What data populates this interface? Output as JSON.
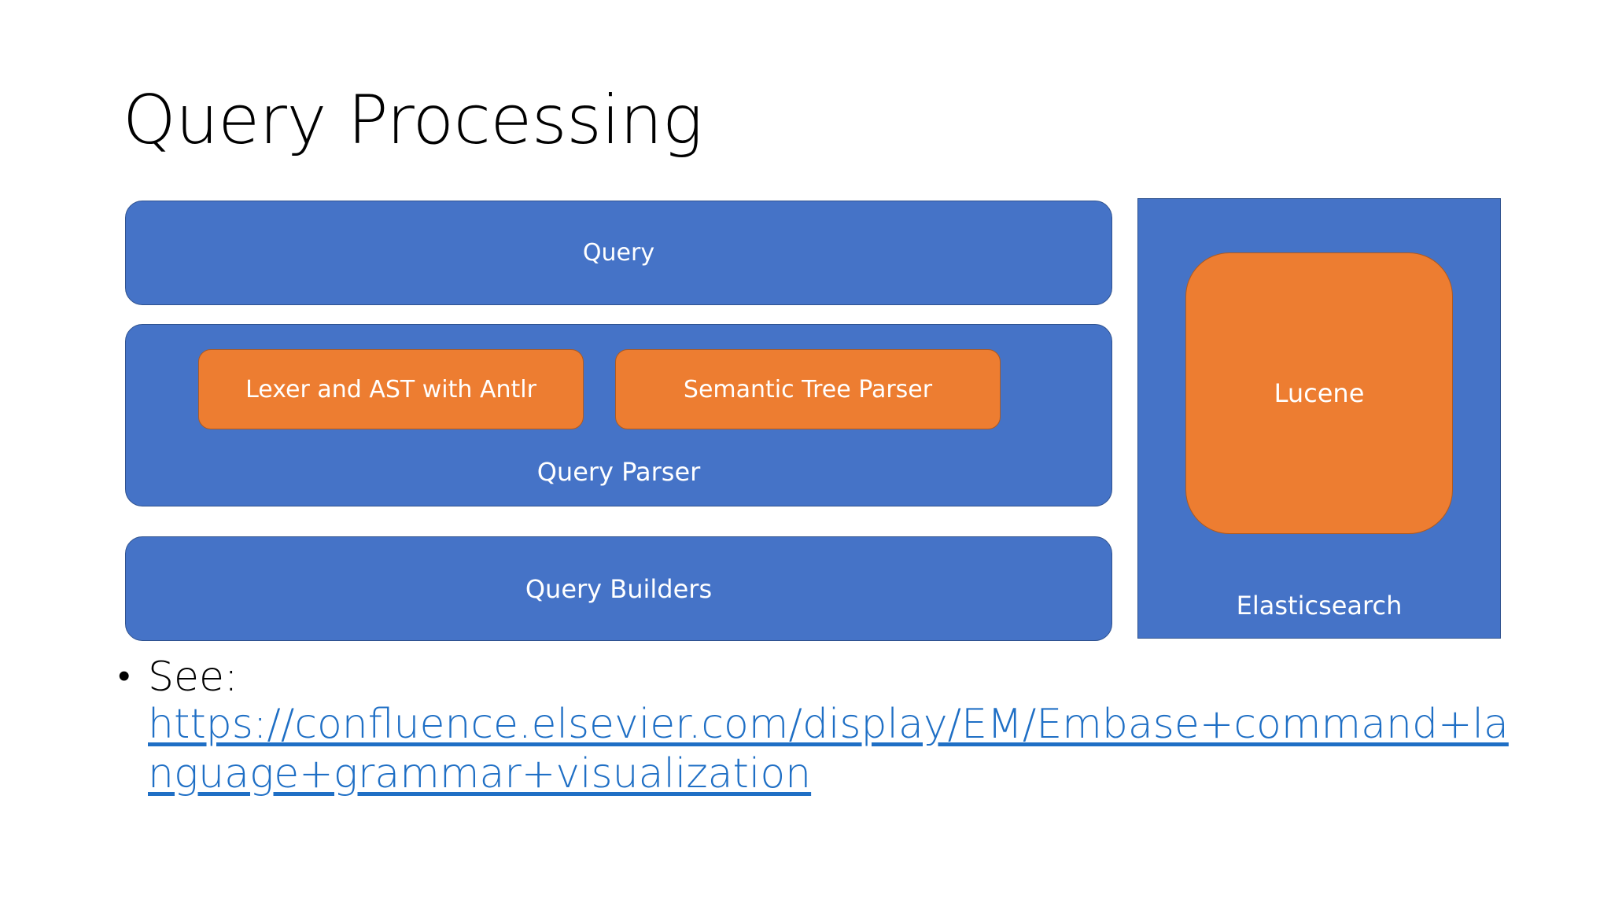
{
  "slide": {
    "title": "Query Processing",
    "background_color": "#FFFFFF"
  },
  "colors": {
    "blue_fill": "#4573C7",
    "blue_border": "#2F528F",
    "orange_fill": "#ED7D31",
    "orange_border": "#AE5A21",
    "link_blue": "#1F6FC5",
    "text_white": "#FFFFFF",
    "text_black": "#000000"
  },
  "diagram": {
    "left_column": {
      "query_box": {
        "label": "Query"
      },
      "query_parser_box": {
        "label": "Query Parser",
        "children": [
          {
            "label": "Lexer and AST with Antlr"
          },
          {
            "label": "Semantic Tree Parser"
          }
        ]
      },
      "query_builders_box": {
        "label": "Query Builders"
      }
    },
    "right_panel": {
      "label": "Elasticsearch",
      "child": {
        "label": "Lucene"
      }
    }
  },
  "body": {
    "bullet_marker": "•",
    "see_label": "See:",
    "link_text": "https://confluence.elsevier.com/display/EM/Embase+command+language+grammar+visualization"
  }
}
